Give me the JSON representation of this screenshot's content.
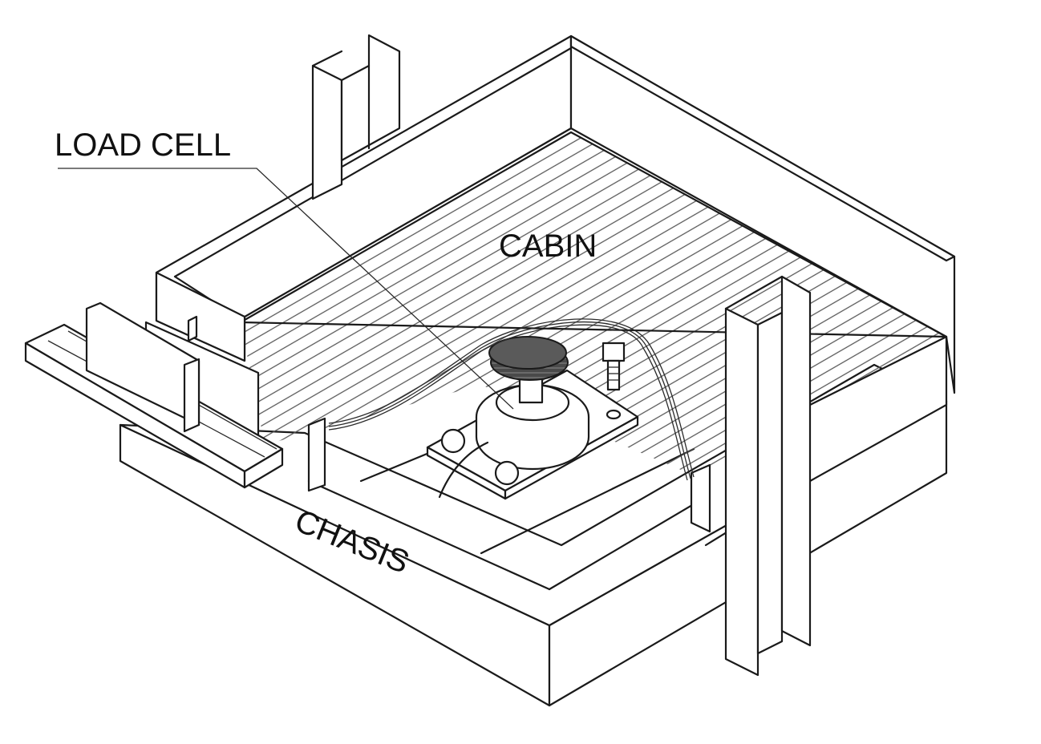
{
  "labels": {
    "load_cell": "LOAD CELL",
    "cabin": "CABIN",
    "chasis": "CHASIS"
  },
  "colors": {
    "line": "#1a1a1a",
    "background": "#ffffff",
    "load_cell_cap": "#555555"
  }
}
